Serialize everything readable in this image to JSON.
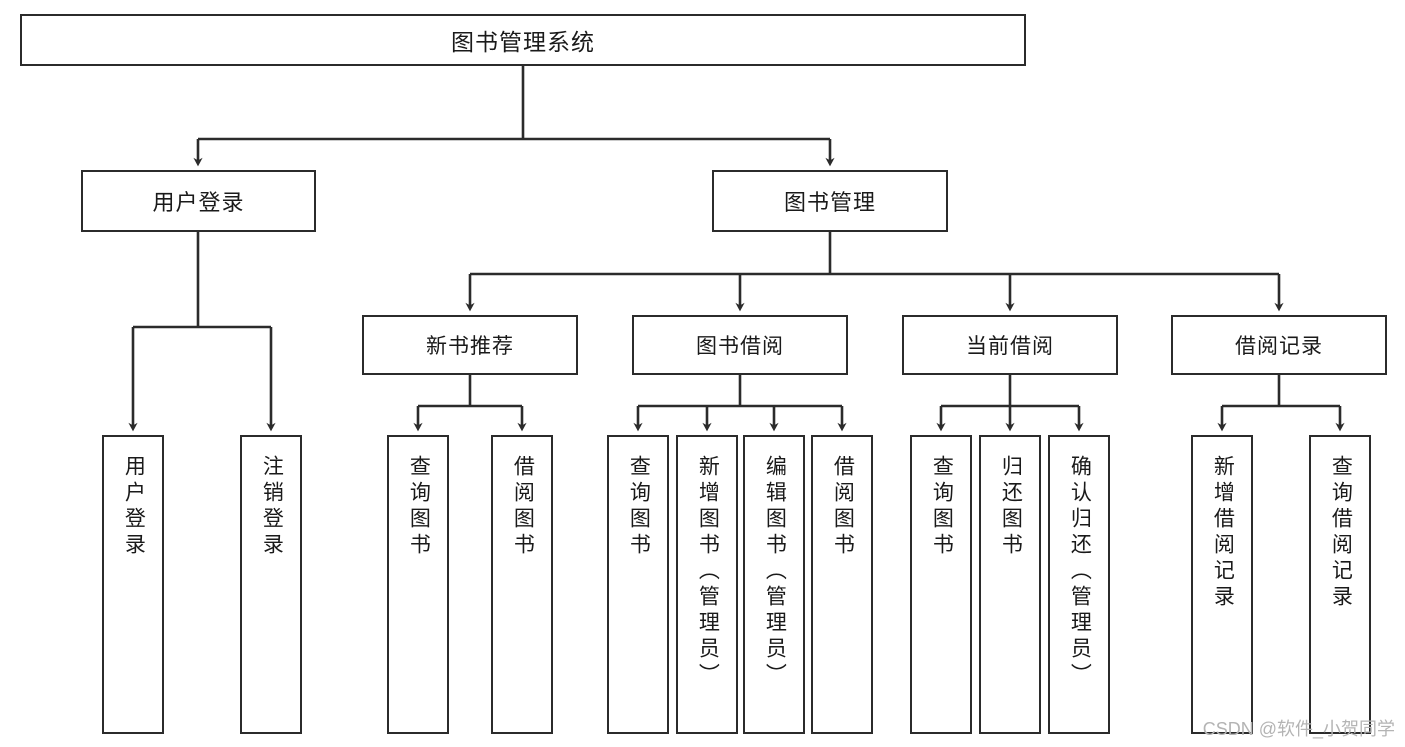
{
  "diagram": {
    "type": "tree",
    "title": "图书管理系统",
    "stroke_color": "#2b2b2b",
    "background_color": "#ffffff",
    "text_color": "#1a1a1a",
    "root": {
      "label": "图书管理系统"
    },
    "level2": [
      {
        "label": "用户登录"
      },
      {
        "label": "图书管理"
      }
    ],
    "level3": [
      {
        "label": "新书推荐"
      },
      {
        "label": "图书借阅"
      },
      {
        "label": "当前借阅"
      },
      {
        "label": "借阅记录"
      }
    ],
    "leaves": {
      "user_login": [
        {
          "label": "用户登录"
        },
        {
          "label": "注销登录"
        }
      ],
      "new_book_recommend": [
        {
          "label": "查询图书"
        },
        {
          "label": "借阅图书"
        }
      ],
      "book_borrow": [
        {
          "label": "查询图书"
        },
        {
          "label": "新增图书（管理员）"
        },
        {
          "label": "编辑图书（管理员）"
        },
        {
          "label": "借阅图书"
        }
      ],
      "current_borrow": [
        {
          "label": "查询图书"
        },
        {
          "label": "归还图书"
        },
        {
          "label": "确认归还（管理员）"
        }
      ],
      "borrow_record": [
        {
          "label": "新增借阅记录"
        },
        {
          "label": "查询借阅记录"
        }
      ]
    }
  },
  "watermark": {
    "text": "CSDN @软件_小贺同学"
  }
}
